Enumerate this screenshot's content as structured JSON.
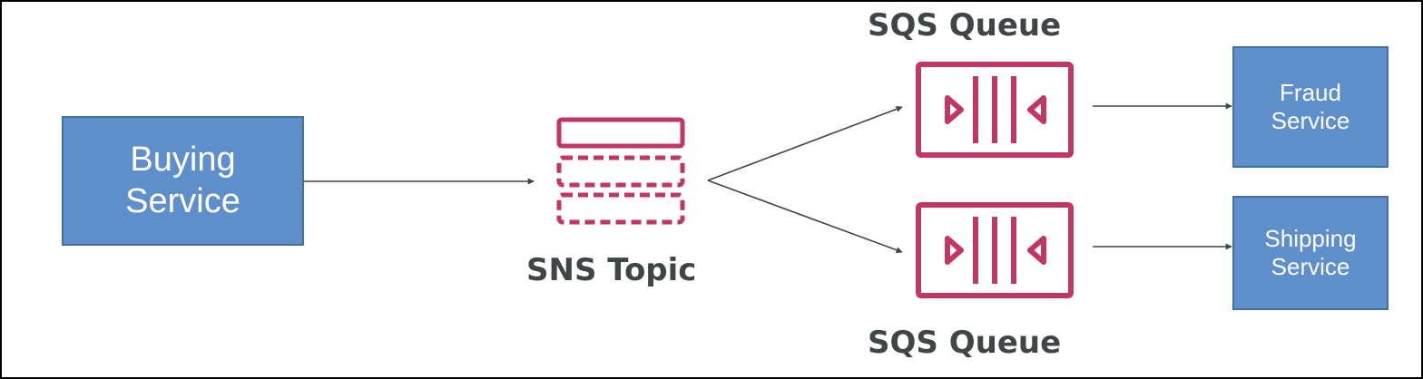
{
  "diagram": {
    "nodes": {
      "buying_service": {
        "line1": "Buying",
        "line2": "Service"
      },
      "sns_topic": {
        "label": "SNS Topic",
        "icon": "sns-topic-icon"
      },
      "sqs_queue_top": {
        "label": "SQS Queue",
        "icon": "sqs-queue-icon"
      },
      "sqs_queue_bottom": {
        "label": "SQS Queue",
        "icon": "sqs-queue-icon"
      },
      "fraud_service": {
        "line1": "Fraud",
        "line2": "Service"
      },
      "shipping_service": {
        "line1": "Shipping",
        "line2": "Service"
      }
    },
    "edges": [
      {
        "from": "Buying Service",
        "to": "SNS Topic"
      },
      {
        "from": "SNS Topic",
        "to": "SQS Queue (top)"
      },
      {
        "from": "SNS Topic",
        "to": "SQS Queue (bottom)"
      },
      {
        "from": "SQS Queue (top)",
        "to": "Fraud Service"
      },
      {
        "from": "SQS Queue (bottom)",
        "to": "Shipping Service"
      }
    ],
    "colors": {
      "service_fill": "#5f8fcb",
      "service_border": "#41719c",
      "aws_icon": "#c13764",
      "label_text": "#404547",
      "arrow": "#404547"
    }
  }
}
